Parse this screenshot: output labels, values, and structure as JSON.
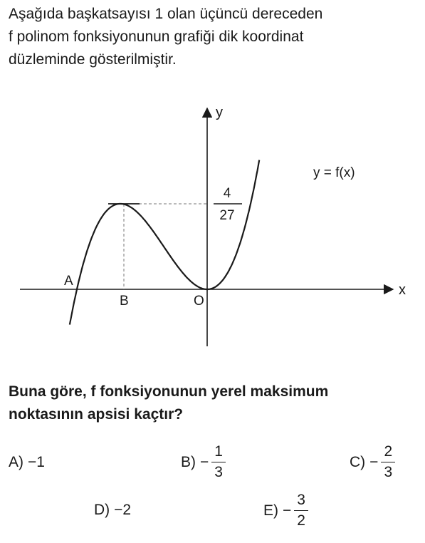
{
  "intro": {
    "lines": [
      "Aşağıda başkatsayısı 1 olan üçüncü dereceden",
      "f polinom fonksiyonunun grafiği dik koordinat",
      "düzleminde gösterilmiştir."
    ]
  },
  "graph": {
    "axis_x_label": "x",
    "axis_y_label": "y",
    "curve_label": "y = f(x)",
    "point_a": "A",
    "point_b": "B",
    "point_o": "O",
    "max_value": {
      "numerator": "4",
      "denominator": "27"
    },
    "function": {
      "coef": 1,
      "roots": {
        "A": -1,
        "O": 0
      },
      "double_root": "O"
    },
    "local_max": {
      "x": -0.6667,
      "y": 0.1481
    },
    "colors": {
      "ink": "#1a1a1a",
      "dashed": "#777777"
    }
  },
  "question": {
    "lines": [
      "Buna göre, f fonksiyonunun yerel maksimum",
      "noktasının apsisi kaçtır?"
    ]
  },
  "options": {
    "a": {
      "letter": "A)",
      "text": "−1"
    },
    "b": {
      "letter": "B)",
      "sign": "−",
      "numerator": "1",
      "denominator": "3"
    },
    "c": {
      "letter": "C)",
      "sign": "−",
      "numerator": "2",
      "denominator": "3"
    },
    "d": {
      "letter": "D)",
      "text": "−2"
    },
    "e": {
      "letter": "E)",
      "sign": "−",
      "numerator": "3",
      "denominator": "2"
    }
  }
}
